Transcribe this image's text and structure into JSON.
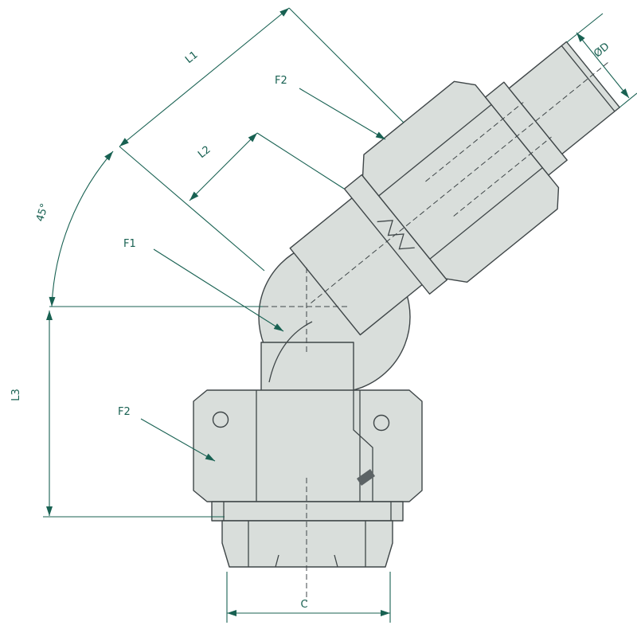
{
  "background": "#ffffff",
  "colors": {
    "background": "#ffffff",
    "dimension": "#186152",
    "body_fill": "#d9dedb",
    "body_stroke": "#3f4648"
  },
  "labels": {
    "l1": "L1",
    "l2": "L2",
    "l3": "L3",
    "f1": "F1",
    "f2_top": "F2",
    "f2_bottom": "F2",
    "diameter": "ØD",
    "angle": "45°",
    "c": "C"
  }
}
